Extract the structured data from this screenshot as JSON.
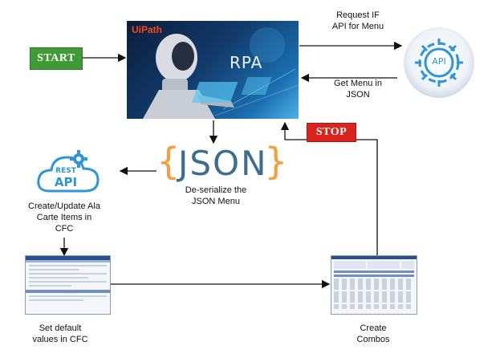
{
  "nodes": {
    "start": "START",
    "stop": "STOP",
    "rpa_logo": "UiPath",
    "rpa_title": "RPA",
    "api_label": "API",
    "rest_api_top": "REST",
    "rest_api_bottom": "API",
    "json_brace_open": "{",
    "json_word": "JSON",
    "json_brace_close": "}"
  },
  "labels": {
    "request_api": "Request IF\nAPI for Menu",
    "get_menu": "Get Menu in\nJSON",
    "deserialize": "De-serialize the\nJSON Menu",
    "create_update": "Create/Update Ala\nCarte Items in\nCFC",
    "set_default": "Set default\nvalues in CFC",
    "create_combos": "Create\nCombos"
  },
  "colors": {
    "start_green": "#3e9b35",
    "stop_red": "#d9231c",
    "json_brace": "#f0a13a",
    "json_text": "#3b6e8f",
    "api_blue": "#2f95d6",
    "uipath_orange": "#fa4616"
  }
}
